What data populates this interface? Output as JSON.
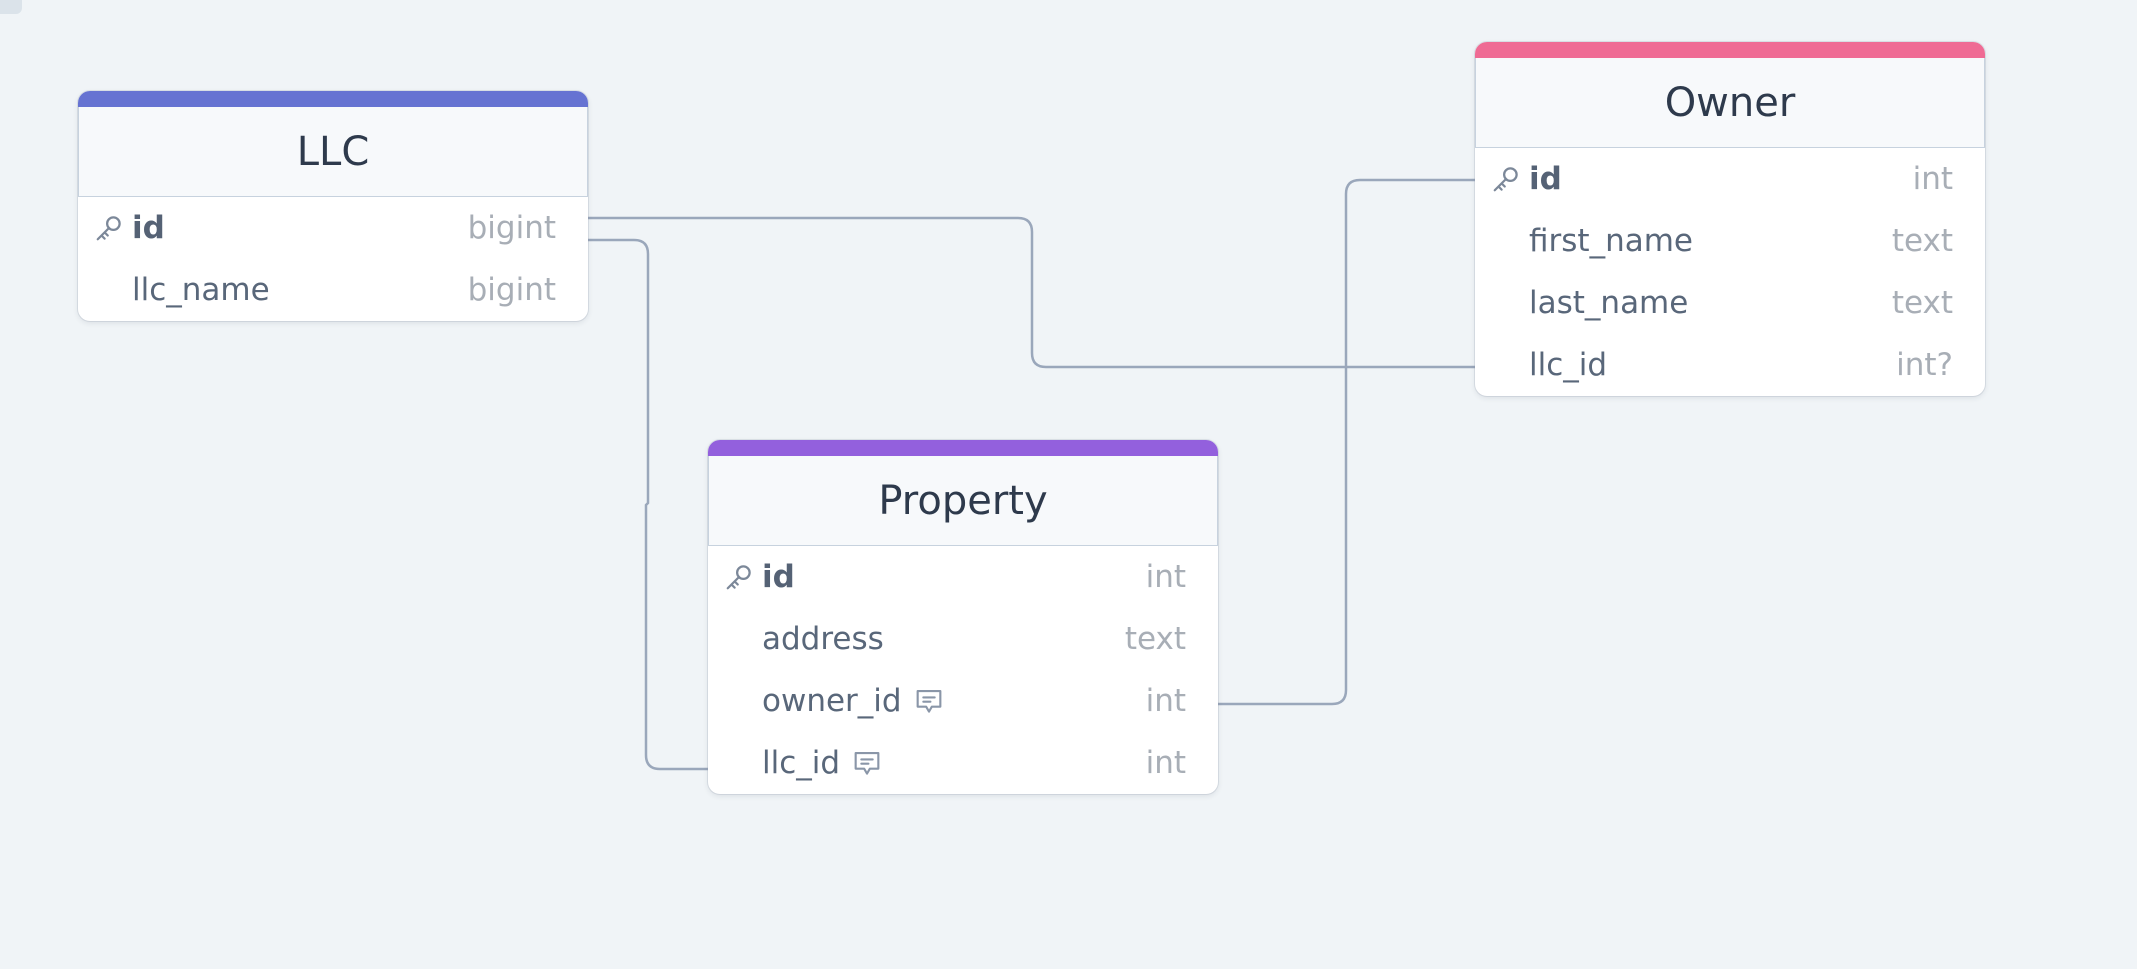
{
  "colors": {
    "canvas": "#f0f4f7",
    "edge": "#9aa7bb",
    "llc_accent": "#6673d2",
    "owner_accent": "#ef6b94",
    "property_accent": "#9360dd"
  },
  "tables": {
    "llc": {
      "name": "LLC",
      "accent": "#6673d2",
      "columns": [
        {
          "name": "id",
          "type": "bigint",
          "primary_key": true,
          "note": false
        },
        {
          "name": "llc_name",
          "type": "bigint",
          "primary_key": false,
          "note": false
        }
      ]
    },
    "owner": {
      "name": "Owner",
      "accent": "#ef6b94",
      "columns": [
        {
          "name": "id",
          "type": "int",
          "primary_key": true,
          "note": false
        },
        {
          "name": "first_name",
          "type": "text",
          "primary_key": false,
          "note": false
        },
        {
          "name": "last_name",
          "type": "text",
          "primary_key": false,
          "note": false
        },
        {
          "name": "llc_id",
          "type": "int?",
          "primary_key": false,
          "note": false
        }
      ]
    },
    "property": {
      "name": "Property",
      "accent": "#9360dd",
      "columns": [
        {
          "name": "id",
          "type": "int",
          "primary_key": true,
          "note": false
        },
        {
          "name": "address",
          "type": "text",
          "primary_key": false,
          "note": false
        },
        {
          "name": "owner_id",
          "type": "int",
          "primary_key": false,
          "note": true
        },
        {
          "name": "llc_id",
          "type": "int",
          "primary_key": false,
          "note": true
        }
      ]
    }
  },
  "relationships": [
    {
      "from": "llc.id",
      "to": "owner.llc_id"
    },
    {
      "from": "llc.id",
      "to": "property.llc_id"
    },
    {
      "from": "property.owner_id",
      "to": "owner.id"
    }
  ]
}
